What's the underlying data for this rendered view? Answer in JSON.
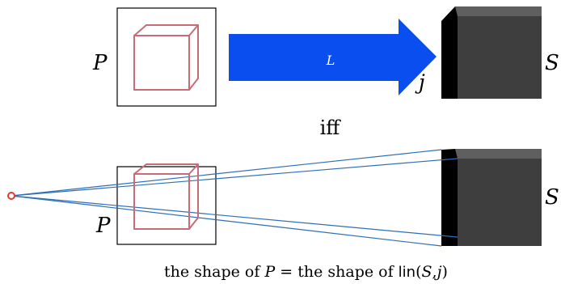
{
  "top": {
    "left_label": "P",
    "arrow_label": "L",
    "arrow_sub_label": "j",
    "right_label": "S"
  },
  "middle": {
    "connector": "iff"
  },
  "bottom": {
    "left_label": "P",
    "right_label": "S"
  },
  "caption": {
    "part1": "the shape of ",
    "p": "P",
    "part2": " = the shape of ",
    "lin": "lin",
    "open": "(",
    "s": "S",
    "comma": ",",
    "j": "j",
    "close": ")"
  },
  "colors": {
    "arrow": "#0a4ef0",
    "cube_stroke": "#c86b78",
    "cube_dark": "#3e3e3e",
    "cube_top": "#5f5f5f",
    "cube_side": "#000000",
    "ray": "#2f6fb8",
    "eye": "#e23b2f"
  }
}
